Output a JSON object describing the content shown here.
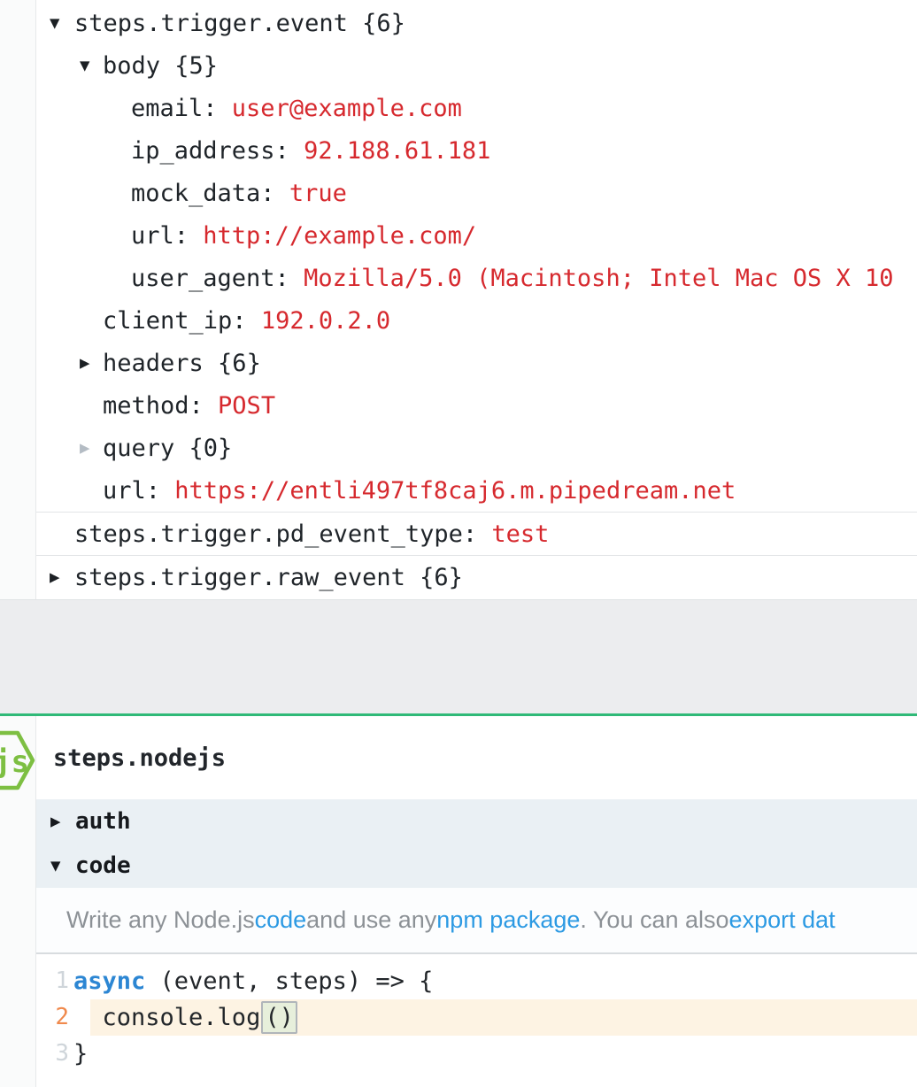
{
  "colors": {
    "value_red": "#d6292e",
    "key_dark": "#1f2429",
    "accent_green": "#2fb977",
    "node_green": "#7dbf42",
    "link_blue": "#2d9ae3",
    "keyword_blue": "#2c86d3",
    "active_line_bg": "#fdf3e3",
    "active_gutter_orange": "#f0894c",
    "section_bg": "#eaf0f4"
  },
  "tree": {
    "rows": [
      {
        "indent": 0,
        "arrow": "expanded",
        "key": "steps.trigger.event",
        "badge": "{6}"
      },
      {
        "indent": 1,
        "arrow": "expanded",
        "key": "body",
        "badge": "{5}"
      },
      {
        "indent": 2,
        "key": "email",
        "value": "user@example.com"
      },
      {
        "indent": 2,
        "key": "ip_address",
        "value": "92.188.61.181"
      },
      {
        "indent": 2,
        "key": "mock_data",
        "value": "true"
      },
      {
        "indent": 2,
        "key": "url",
        "value": "http://example.com/"
      },
      {
        "indent": 2,
        "key": "user_agent",
        "value": "Mozilla/5.0 (Macintosh; Intel Mac OS X 10"
      },
      {
        "indent": 1,
        "key": "client_ip",
        "value": "192.0.2.0"
      },
      {
        "indent": 1,
        "arrow": "collapsed",
        "key": "headers",
        "badge": "{6}"
      },
      {
        "indent": 1,
        "key": "method",
        "value": "POST"
      },
      {
        "indent": 1,
        "arrow": "collapsed-muted",
        "key": "query",
        "badge": "{0}"
      },
      {
        "indent": 1,
        "key": "url",
        "value": "https://entli497tf8caj6.m.pipedream.net"
      }
    ],
    "footer_rows": [
      {
        "indent": 0,
        "key": "steps.trigger.pd_event_type",
        "value": "test"
      },
      {
        "indent": 0,
        "arrow": "collapsed",
        "key": "steps.trigger.raw_event",
        "badge": "{6}"
      }
    ]
  },
  "nodejs": {
    "title": "steps.nodejs",
    "logo": "nodejs-hexagon-js-badge",
    "sections": [
      {
        "label": "auth",
        "state": "collapsed"
      },
      {
        "label": "code",
        "state": "expanded"
      }
    ],
    "description": {
      "parts": [
        {
          "text": "Write any Node.js "
        },
        {
          "text": "code",
          "link": true
        },
        {
          "text": " and use any "
        },
        {
          "text": "npm package",
          "link": true
        },
        {
          "text": ". You can also "
        },
        {
          "text": "export dat",
          "link": true
        }
      ]
    },
    "editor": {
      "lines": [
        {
          "number": "1",
          "active": false,
          "tokens": [
            {
              "text": "async",
              "style": "keyword"
            },
            {
              "text": " (event, steps) => {",
              "style": "plain"
            }
          ]
        },
        {
          "number": "2",
          "active": true,
          "tokens": [
            {
              "text": "  console.log",
              "style": "plain"
            },
            {
              "text": "()",
              "style": "bracket-box"
            }
          ]
        },
        {
          "number": "3",
          "active": false,
          "tokens": [
            {
              "text": "}",
              "style": "plain"
            }
          ]
        }
      ]
    }
  }
}
